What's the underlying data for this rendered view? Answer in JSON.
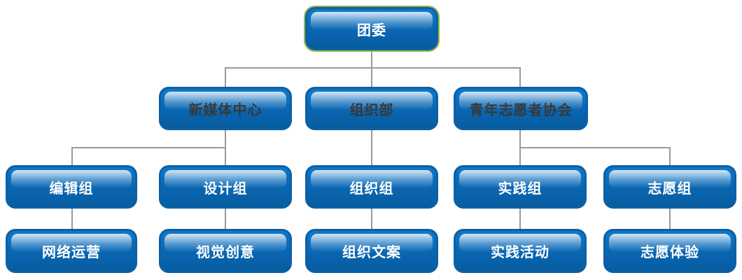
{
  "diagram_type": "org-chart",
  "nodes": {
    "tuanwei": {
      "label": "团委",
      "level": 1,
      "text_style": "light",
      "selected": true
    },
    "xinmeiti": {
      "label": "新媒体中心",
      "level": 2,
      "text_style": "dark",
      "selected": false
    },
    "zuzhibu": {
      "label": "组织部",
      "level": 2,
      "text_style": "dark",
      "selected": false
    },
    "qingzhixie": {
      "label": "青年志愿者协会",
      "level": 2,
      "text_style": "dark",
      "selected": false
    },
    "bianjizu": {
      "label": "编辑组",
      "level": 3,
      "text_style": "light",
      "selected": false
    },
    "shejizu": {
      "label": "设计组",
      "level": 3,
      "text_style": "light",
      "selected": false
    },
    "zuzhizu": {
      "label": "组织组",
      "level": 3,
      "text_style": "light",
      "selected": false
    },
    "shijianzu": {
      "label": "实践组",
      "level": 3,
      "text_style": "light",
      "selected": false
    },
    "zhiyuanzu": {
      "label": "志愿组",
      "level": 3,
      "text_style": "light",
      "selected": false
    },
    "wangluoyunying": {
      "label": "网络运营",
      "level": 4,
      "text_style": "light",
      "selected": false
    },
    "shijuechuangyi": {
      "label": "视觉创意",
      "level": 4,
      "text_style": "light",
      "selected": false
    },
    "zuzhiwenan": {
      "label": "组织文案",
      "level": 4,
      "text_style": "light",
      "selected": false
    },
    "shijianhuodong": {
      "label": "实践活动",
      "level": 4,
      "text_style": "light",
      "selected": false
    },
    "zhiyuantiyan": {
      "label": "志愿体验",
      "level": 4,
      "text_style": "light",
      "selected": false
    }
  },
  "structure": {
    "root": "团委",
    "edges": [
      {
        "parent": "团委",
        "children": [
          "新媒体中心",
          "组织部",
          "青年志愿者协会"
        ]
      },
      {
        "parent": "新媒体中心",
        "children": [
          "编辑组",
          "设计组"
        ]
      },
      {
        "parent": "组织部",
        "children": [
          "组织组"
        ]
      },
      {
        "parent": "青年志愿者协会",
        "children": [
          "实践组",
          "志愿组"
        ]
      },
      {
        "parent": "编辑组",
        "children": [
          "网络运营"
        ]
      },
      {
        "parent": "设计组",
        "children": [
          "视觉创意"
        ]
      },
      {
        "parent": "组织组",
        "children": [
          "组织文案"
        ]
      },
      {
        "parent": "实践组",
        "children": [
          "实践活动"
        ]
      },
      {
        "parent": "志愿组",
        "children": [
          "志愿体验"
        ]
      }
    ]
  },
  "colors": {
    "node_fill_top": "#1078c8",
    "node_fill_bottom": "#075d9f",
    "node_border": "#0a60a6",
    "gloss_highlight": "#cfe2f4",
    "connector": "#9a9a9a",
    "selected_outline": "#9db84a",
    "label_light": "#ffffff",
    "label_dark": "#383838"
  }
}
